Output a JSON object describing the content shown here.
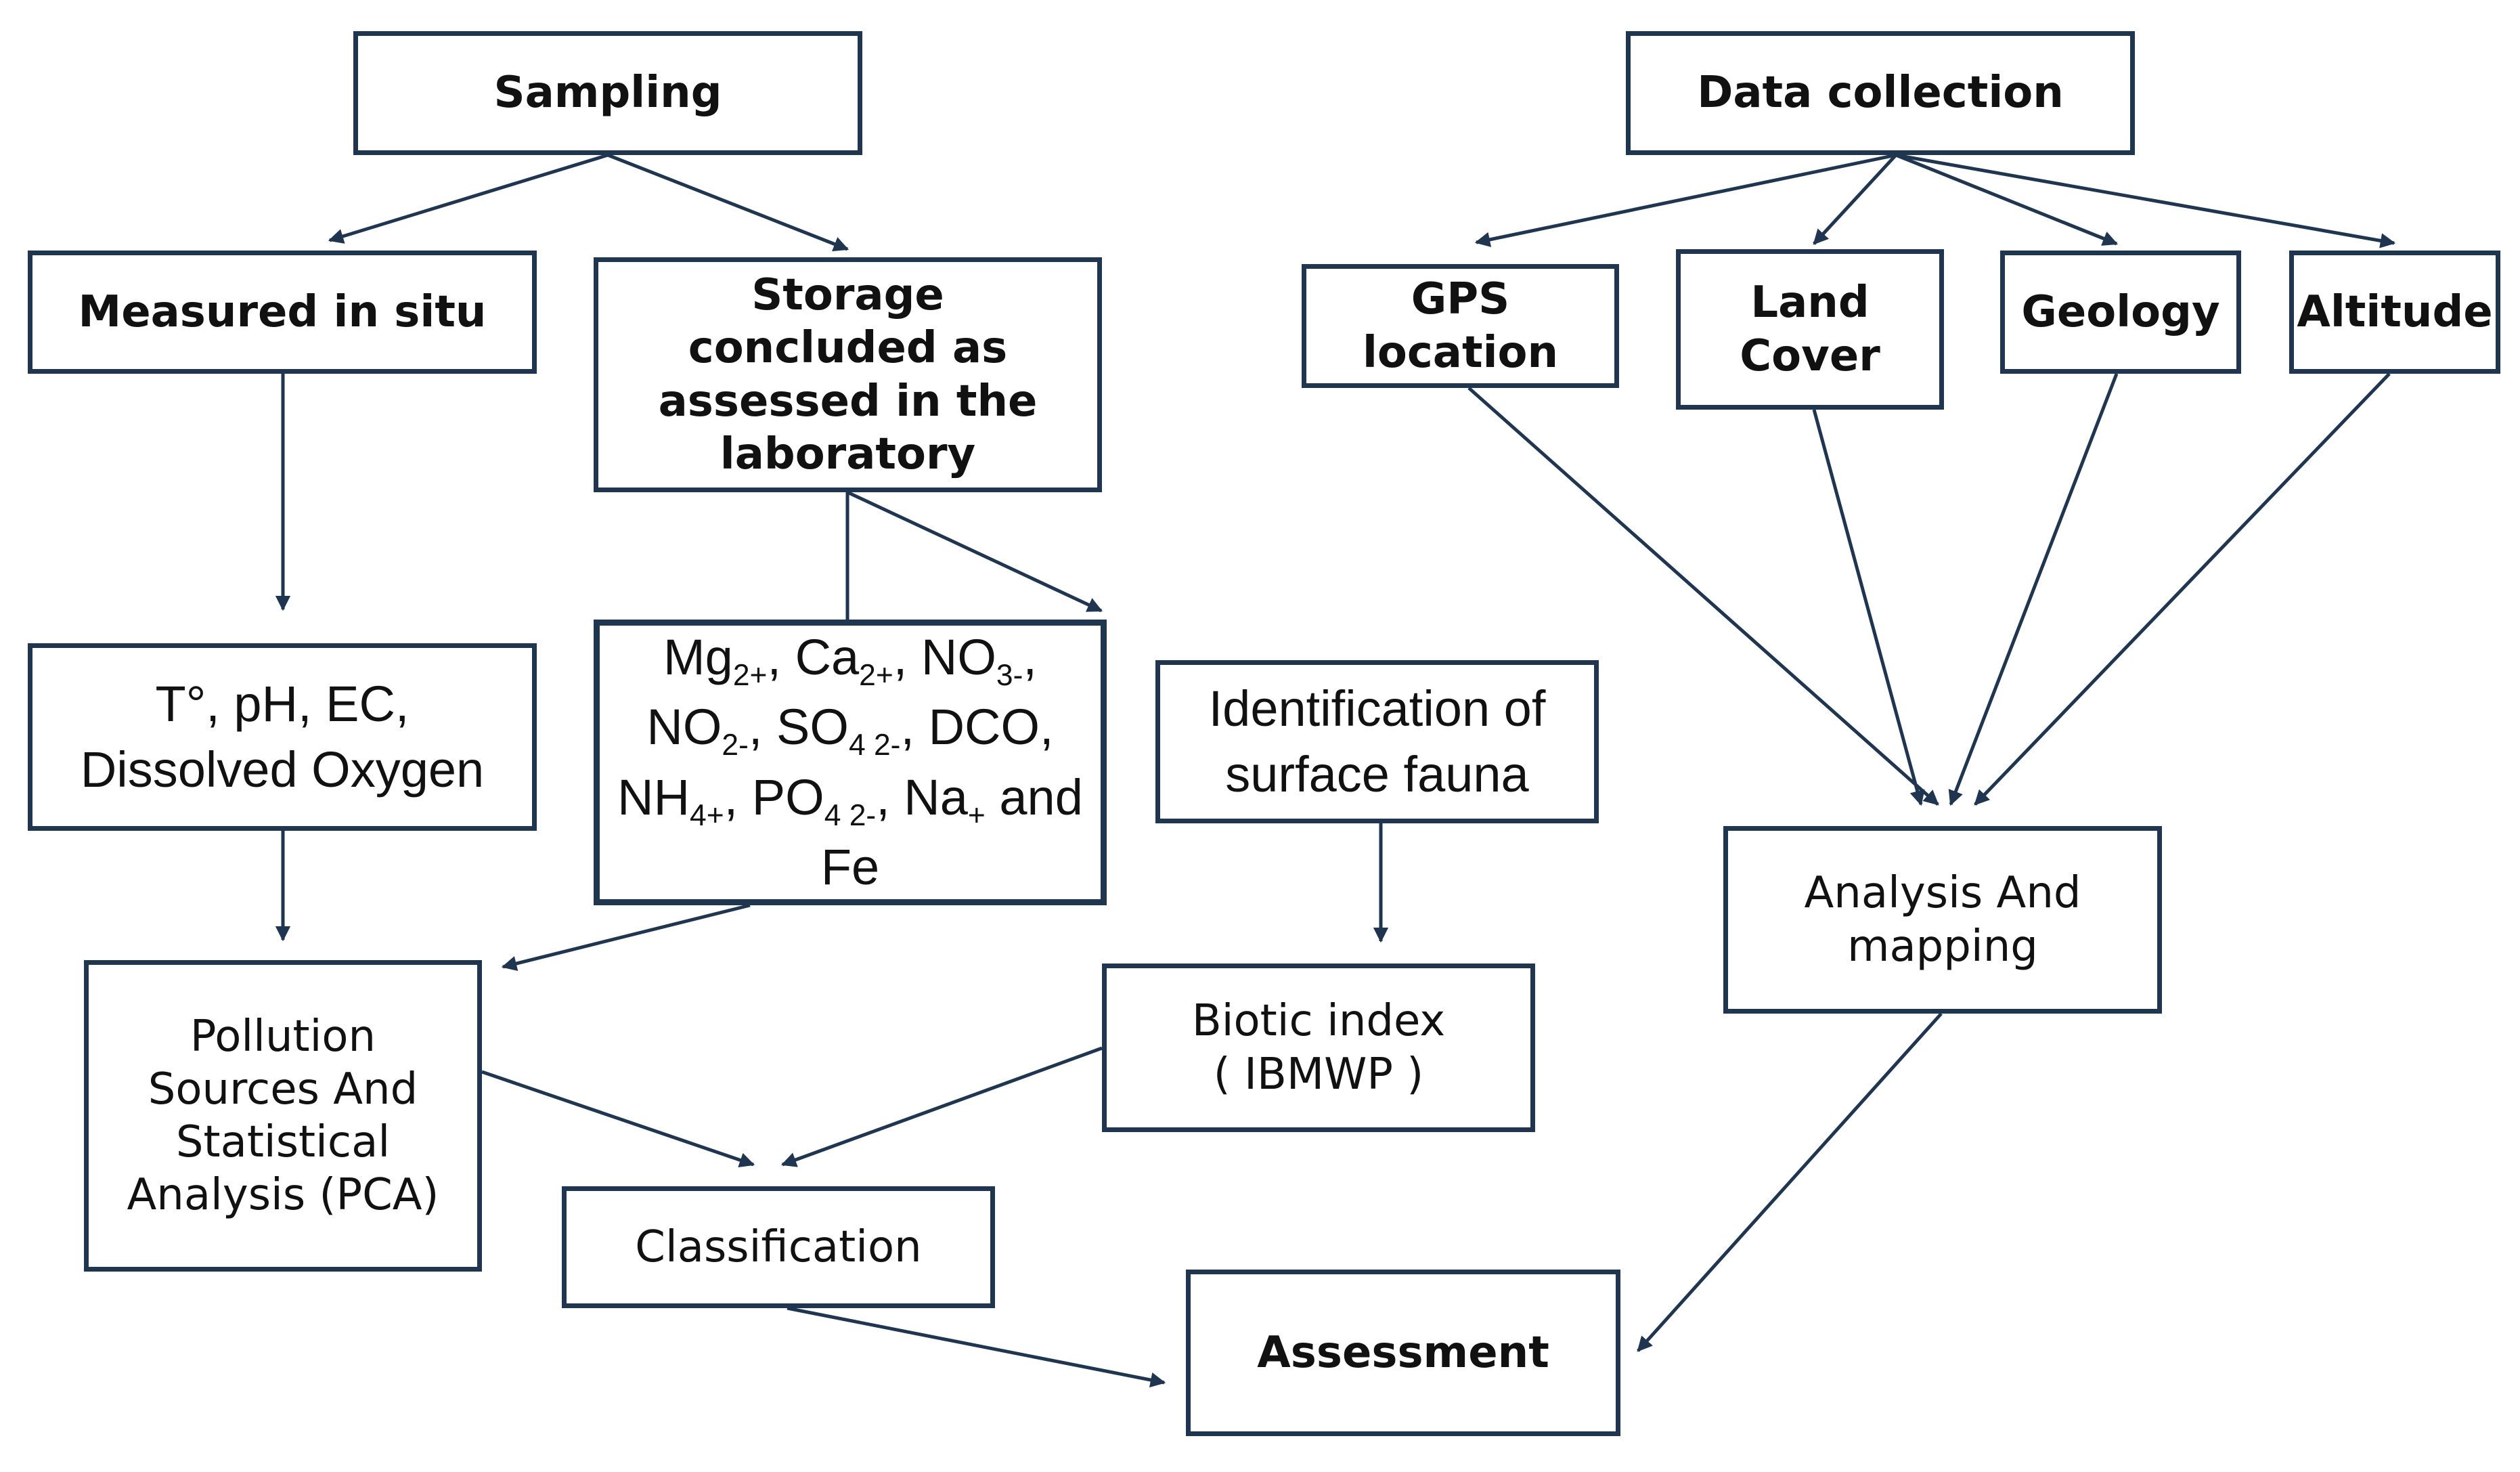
{
  "nodes": {
    "sampling": "Sampling",
    "data_collection": "Data collection",
    "measured_in_situ": "Measured in situ",
    "storage": "Storage concluded as assessed in the laboratory",
    "gps_location": "GPS location",
    "land_cover": "Land Cover",
    "geology": "Geology",
    "altitude": "Altitude",
    "field_params": "T°, pH, EC, Dissolved Oxygen",
    "ions_parts": [
      "Mg",
      "2+",
      ", Ca",
      "2+",
      ", NO",
      "3-",
      ", NO",
      "2-",
      ", SO",
      "4 2-",
      ", DCO, NH",
      "4+",
      ", PO",
      "4 2-",
      ", Na",
      "+",
      " and Fe"
    ],
    "surface_fauna": "Identification of surface fauna",
    "analysis_mapping": "Analysis And mapping",
    "pollution_sources": "Pollution Sources And Statistical Analysis (PCA)",
    "biotic_index": "Biotic index ( IBMWP )",
    "classification": "Classification",
    "assessment": "Assessment"
  },
  "colors": {
    "border": "#1f3550",
    "arrow": "#1f3550",
    "text": "#111111"
  }
}
